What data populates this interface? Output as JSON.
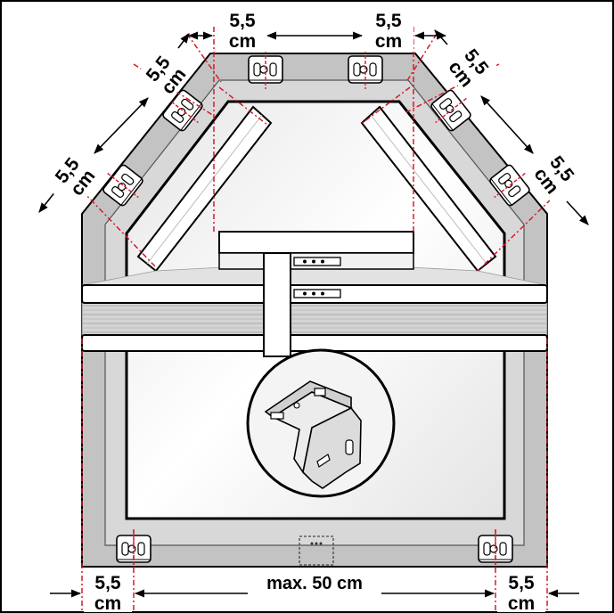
{
  "colors": {
    "frame": "#c3c3c3",
    "frame_inner": "#d8d8d8",
    "glass": "#f2f2f2",
    "guide_line": "#d51a2a",
    "line": "#000000",
    "blind": "#d9d9d9"
  },
  "icons": [
    "bracket-icon",
    "arrowhead-icon",
    "clip-detail-icon"
  ],
  "labels": {
    "top_left": {
      "value": "5,5",
      "unit": "cm"
    },
    "top_right": {
      "value": "5,5",
      "unit": "cm"
    },
    "slant_left_upper": {
      "value": "5,5",
      "unit": "cm"
    },
    "slant_left_lower": {
      "value": "5,5",
      "unit": "cm"
    },
    "slant_right_upper": {
      "value": "5,5",
      "unit": "cm"
    },
    "slant_right_lower": {
      "value": "5,5",
      "unit": "cm"
    },
    "bottom_left": {
      "value": "5,5",
      "unit": "cm"
    },
    "bottom_right": {
      "value": "5,5",
      "unit": "cm"
    },
    "bottom_span": "max. 50 cm"
  }
}
